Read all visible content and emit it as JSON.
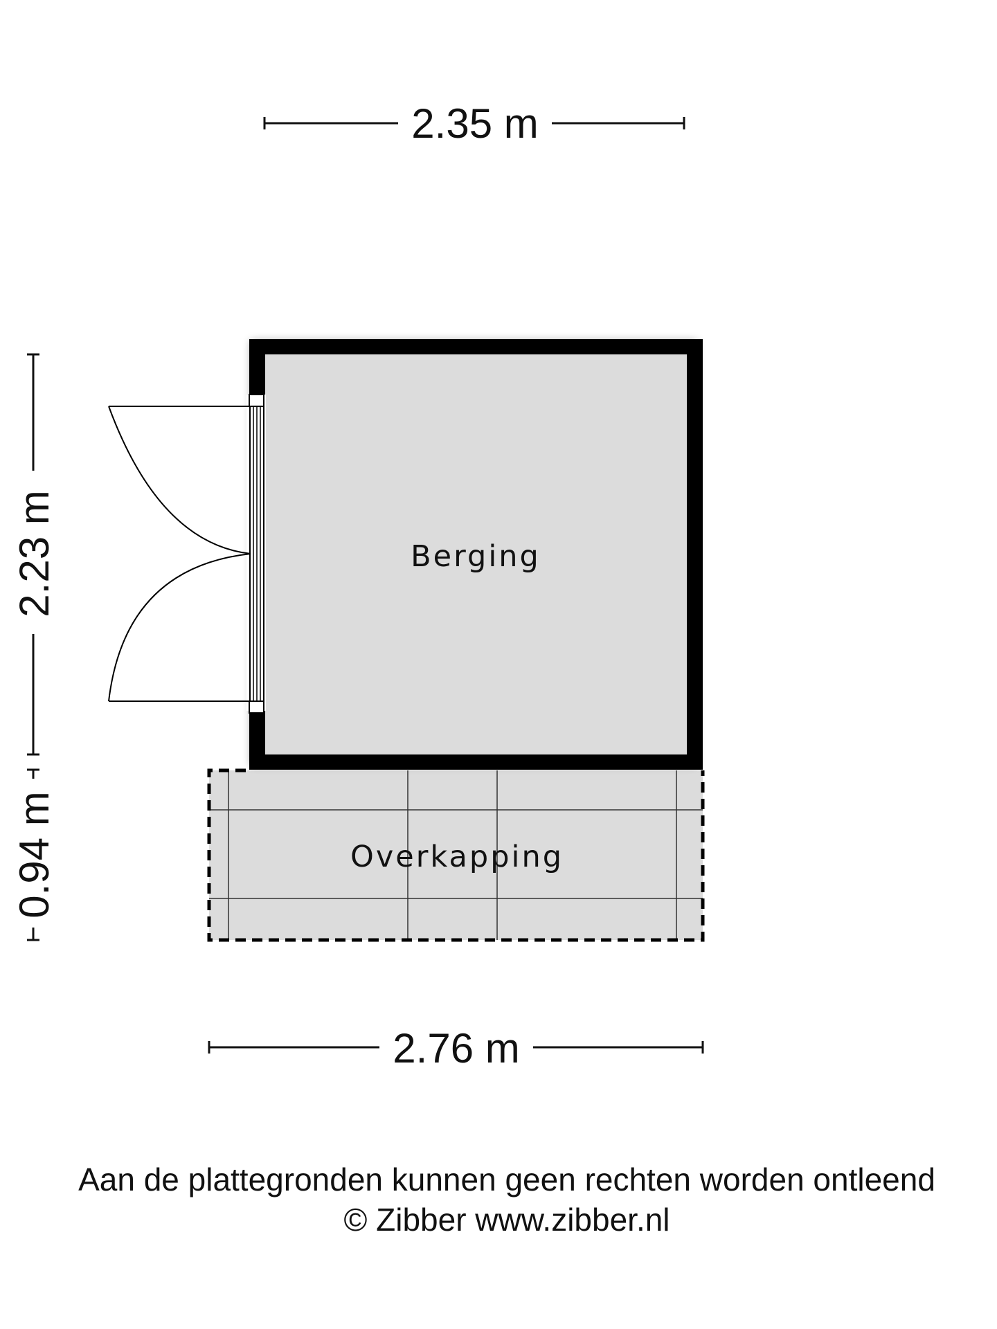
{
  "dimensions": {
    "top_width": "2.35 m",
    "left_height_storage": "2.23 m",
    "left_height_canopy": "0.94 m",
    "bottom_width": "2.76 m"
  },
  "rooms": {
    "storage": "Berging",
    "canopy": "Overkapping"
  },
  "footer": {
    "disclaimer": "Aan de plattegronden kunnen geen rechten worden ontleend",
    "copyright": "© Zibber www.zibber.nl"
  },
  "colors": {
    "wall": "#000000",
    "floor": "#dcdcdc",
    "ink": "#111111",
    "background": "#ffffff"
  }
}
